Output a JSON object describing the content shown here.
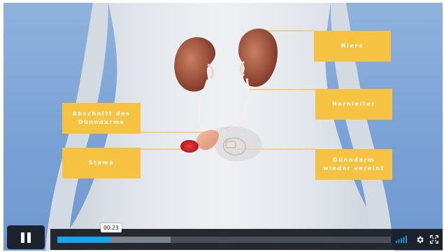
{
  "callouts": {
    "niere": "Niere",
    "harnleiter": "Harnleiter",
    "abschnitt": "Abschnitt des\nDünndarms",
    "stoma": "Stoma",
    "duenndarm": "Dünndarm\nwieder vereint"
  },
  "player": {
    "current_time": "00:23",
    "progress_fraction": 0.16,
    "buffered_fraction": 0.34,
    "is_playing": true,
    "accent_color": "#1aa3e8",
    "callout_color": "#f5c242",
    "icons": [
      "pause-icon",
      "volume-icon",
      "gear-icon",
      "fullscreen-icon"
    ]
  }
}
